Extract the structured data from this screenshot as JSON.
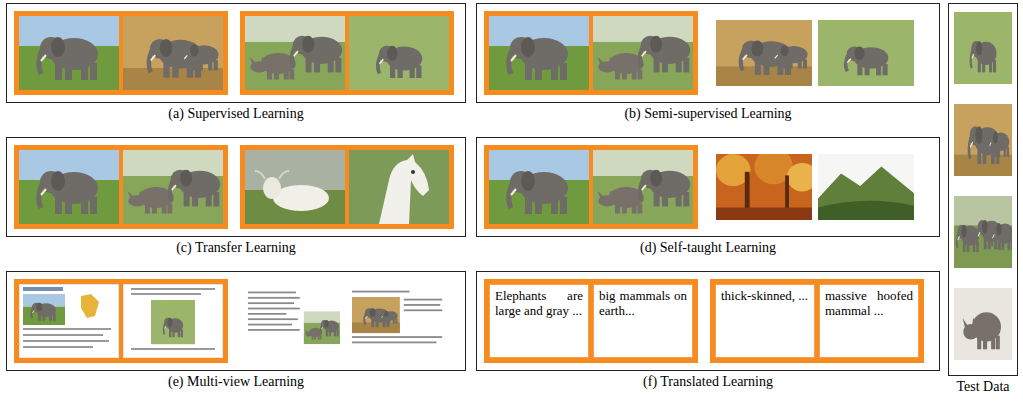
{
  "diagram": {
    "nodes": [
      {
        "text": [
          "(a) Supervised Learning"
        ]
      },
      {
        "text": [
          "(b) Semi-supervised Learning"
        ]
      },
      {
        "text": [
          "(c) Transfer Learning"
        ]
      },
      {
        "text": [
          "(d) Self-taught Learning"
        ]
      },
      {
        "text": [
          "(e) Multi-view Learning"
        ]
      },
      {
        "text": [
          "(f) Translated Learning"
        ]
      },
      {
        "text": [
          "Elephants are large and gray ..."
        ],
        "in": 5
      },
      {
        "text": [
          "big mammals on earth..."
        ],
        "in": 5
      },
      {
        "text": [
          "thick-skinned, ..."
        ],
        "in": 5
      },
      {
        "text": [
          "massive hoofed mammal ..."
        ],
        "in": 5
      },
      {
        "text": [
          "Test Data"
        ]
      }
    ]
  }
}
